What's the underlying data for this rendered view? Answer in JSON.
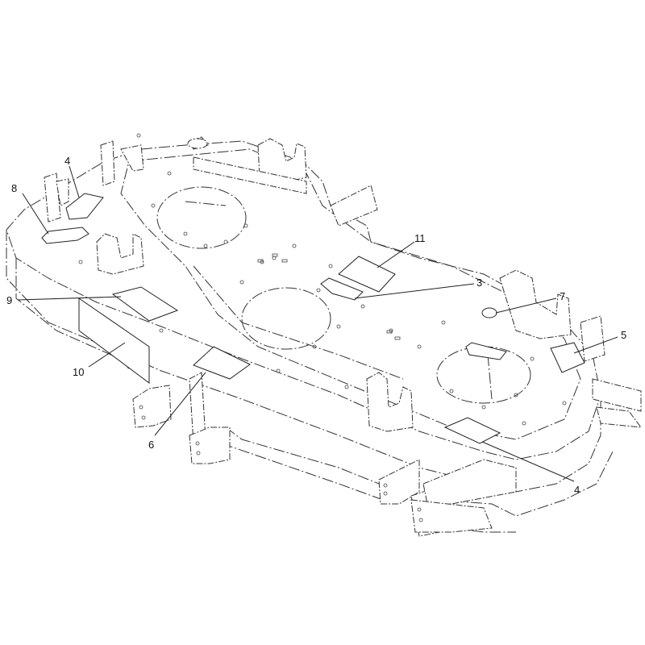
{
  "callouts": [
    {
      "id": "c4a",
      "label": "4"
    },
    {
      "id": "c8",
      "label": "8"
    },
    {
      "id": "c11",
      "label": "11"
    },
    {
      "id": "c3",
      "label": "3"
    },
    {
      "id": "c7",
      "label": "7"
    },
    {
      "id": "c5",
      "label": "5"
    },
    {
      "id": "c9",
      "label": "9"
    },
    {
      "id": "c10",
      "label": "10"
    },
    {
      "id": "c6",
      "label": "6"
    },
    {
      "id": "c4b",
      "label": "4"
    }
  ]
}
